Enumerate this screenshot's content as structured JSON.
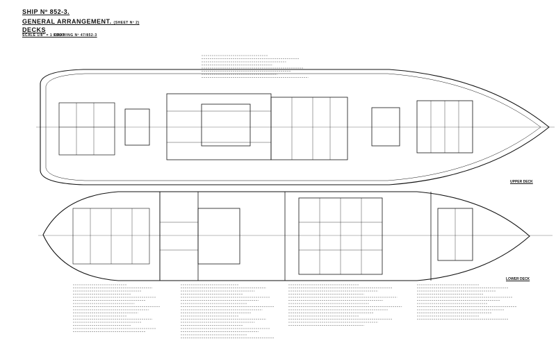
{
  "title_block": {
    "ship": "SHIP Nº 852-3.",
    "drawing": "GENERAL ARRANGEMENT.",
    "sheet": "(SHEET Nº 2)",
    "subject": "DECKS",
    "scale": "SCALE 1/8\" = 1 FOOT",
    "drawing_no": "DRAWING Nº 47/852-3"
  },
  "decks": [
    {
      "label": "UPPER DECK"
    },
    {
      "label": "LOWER DECK"
    }
  ],
  "colors": {
    "ink": "#111111",
    "paper": "#ffffff"
  }
}
